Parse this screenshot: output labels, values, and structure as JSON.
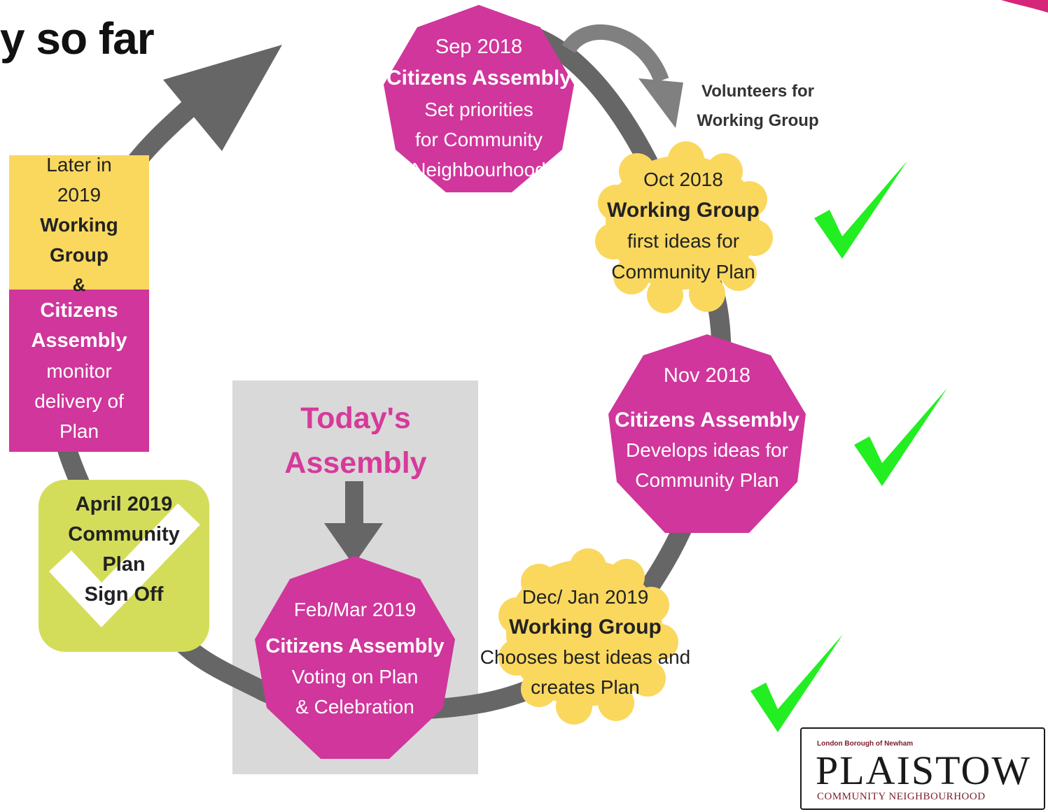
{
  "header": {
    "title": "y so far"
  },
  "stages": {
    "sep": {
      "date": "Sep 2018",
      "heading": "Citizens Assembly",
      "desc": [
        "Set priorities",
        "for Community",
        "Neighbourhood"
      ]
    },
    "volunteers": {
      "lines": [
        "Volunteers for",
        "Working Group"
      ]
    },
    "oct": {
      "date": "Oct 2018",
      "heading": "Working Group",
      "desc": [
        "first ideas for",
        "Community Plan"
      ]
    },
    "nov": {
      "date": "Nov 2018",
      "heading": "Citizens Assembly",
      "desc": [
        "Develops ideas for",
        "Community Plan"
      ]
    },
    "dec": {
      "date": "Dec/ Jan 2019",
      "heading": "Working Group",
      "desc": [
        "Chooses best ideas and",
        "creates Plan"
      ]
    },
    "feb": {
      "date": "Feb/Mar 2019",
      "heading": "Citizens Assembly",
      "desc": [
        "Voting on Plan",
        "& Celebration"
      ]
    },
    "april": {
      "lines": [
        "April 2019",
        "Community",
        "Plan",
        "Sign Off"
      ]
    },
    "later": {
      "date_lines": [
        "Later in",
        "2019"
      ],
      "wg_lines": [
        "Working",
        "Group"
      ],
      "amp": "&",
      "ca_lines": [
        "Citizens",
        "Assembly"
      ],
      "desc": [
        "monitor",
        "delivery of",
        "Plan"
      ]
    }
  },
  "today": {
    "lines": [
      "Today's",
      "Assembly"
    ]
  },
  "logo": {
    "top": "London Borough of Newham",
    "main": "PLAISTOW",
    "sub": "COMMUNITY NEIGHBOURHOOD"
  },
  "colors": {
    "magenta": "#d0369b",
    "yellow": "#fad85e",
    "green_box": "#d3dd5a",
    "arrow": "#666666",
    "panel": "#d9d9d9",
    "check": "#22ee22",
    "today_text": "#d63a9a"
  },
  "completed_checks": 3
}
